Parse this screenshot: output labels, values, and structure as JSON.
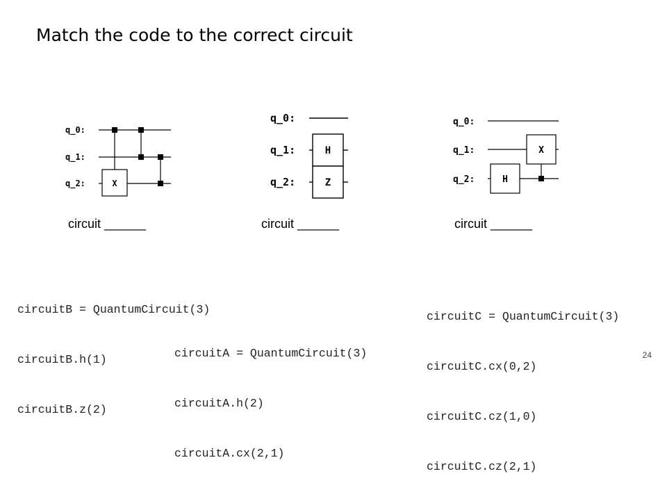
{
  "slide": {
    "title": "Match the code to the correct circuit",
    "page_number": "24"
  },
  "diagrams": [
    {
      "qubit_labels": [
        "q_0:",
        "q_1:",
        "q_2:"
      ],
      "gates": [
        "X"
      ],
      "caption": "circuit ______"
    },
    {
      "qubit_labels": [
        "q_0:",
        "q_1:",
        "q_2:"
      ],
      "gates": [
        "H",
        "Z"
      ],
      "caption": "circuit ______"
    },
    {
      "qubit_labels": [
        "q_0:",
        "q_1:",
        "q_2:"
      ],
      "gates": [
        "X",
        "H"
      ],
      "caption": "circuit ______"
    }
  ],
  "code_blocks": [
    {
      "lines": [
        "circuitB = QuantumCircuit(3)",
        "circuitB.h(1)",
        "circuitB.z(2)"
      ]
    },
    {
      "lines": [
        "circuitA = QuantumCircuit(3)",
        "circuitA.h(2)",
        "circuitA.cx(2,1)"
      ]
    },
    {
      "lines": [
        "circuitC = QuantumCircuit(3)",
        "circuitC.cx(0,2)",
        "circuitC.cz(1,0)",
        "circuitC.cz(2,1)"
      ]
    }
  ]
}
